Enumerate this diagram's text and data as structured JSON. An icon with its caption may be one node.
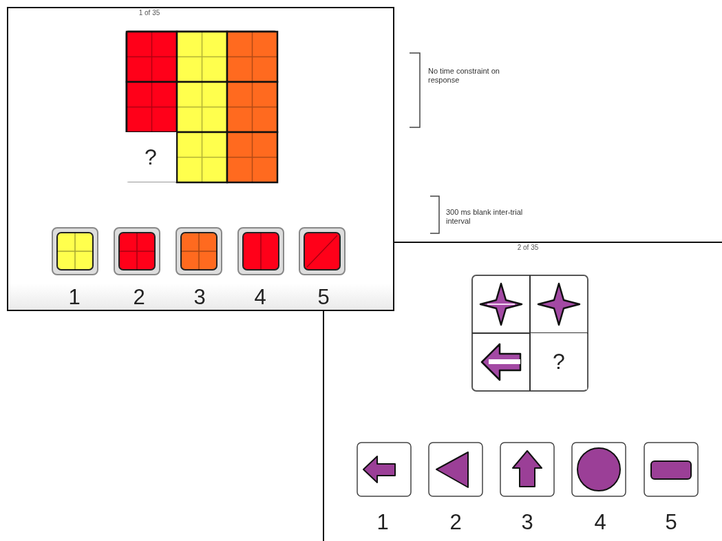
{
  "diagram": {
    "nodes": [
      {
        "text": [
          "1 of 35"
        ]
      },
      {
        "text": [
          "?"
        ],
        "in": 0
      },
      {
        "text": [
          "2 of 35"
        ]
      },
      {
        "text": [
          "?"
        ],
        "in": 2
      }
    ],
    "labels": [
      "No time constraint on response",
      "300 ms blank inter-trial interval",
      "1",
      "2",
      "3",
      "4",
      "5",
      "1",
      "2",
      "3",
      "4",
      "5"
    ]
  }
}
